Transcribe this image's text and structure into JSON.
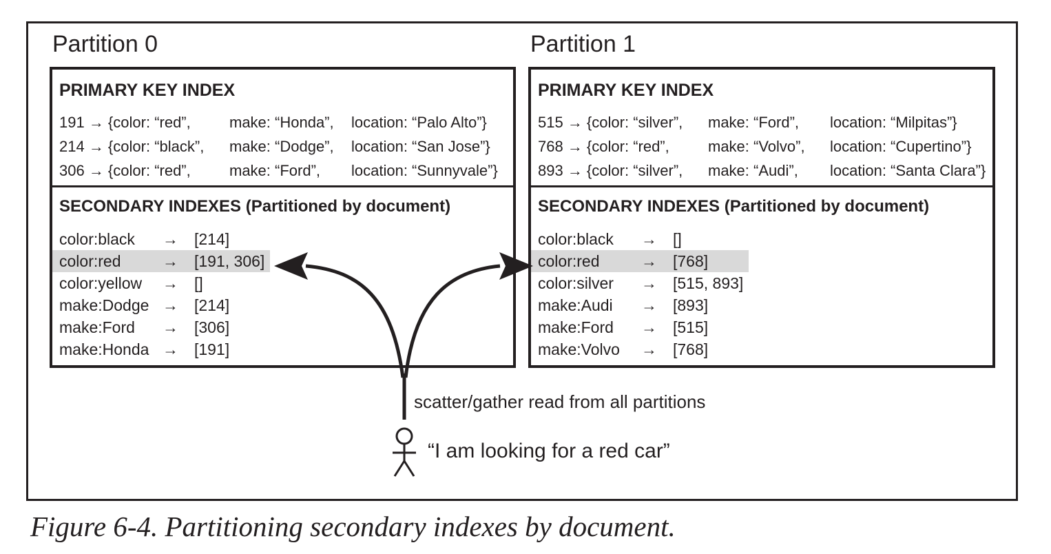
{
  "colors": {
    "ink": "#231f20",
    "highlight": "#d9d9d9"
  },
  "partitions": [
    {
      "label": "Partition 0",
      "primary_title": "PRIMARY KEY INDEX",
      "primary_rows": [
        [
          "191 → {color: “red”,",
          "make: “Honda”,",
          "location: “Palo Alto”}"
        ],
        [
          "214 → {color: “black”,",
          "make: “Dodge”,",
          "location: “San Jose”}"
        ],
        [
          "306 → {color: “red”,",
          "make: “Ford”,",
          "location: “Sunnyvale”}"
        ]
      ],
      "secondary_title": "SECONDARY INDEXES (Partitioned by document)",
      "secondary_rows": [
        {
          "label": "color:black",
          "arrow": "→",
          "value": "[214]",
          "highlight": false
        },
        {
          "label": "color:red",
          "arrow": "→",
          "value": "[191, 306]",
          "highlight": true
        },
        {
          "label": "color:yellow",
          "arrow": "→",
          "value": "[]",
          "highlight": false
        },
        {
          "label": "make:Dodge",
          "arrow": "→",
          "value": "[214]",
          "highlight": false
        },
        {
          "label": "make:Ford",
          "arrow": "→",
          "value": "[306]",
          "highlight": false
        },
        {
          "label": "make:Honda",
          "arrow": "→",
          "value": "[191]",
          "highlight": false
        }
      ]
    },
    {
      "label": "Partition 1",
      "primary_title": "PRIMARY KEY INDEX",
      "primary_rows": [
        [
          "515 → {color: “silver”,",
          "make: “Ford”,",
          "location: “Milpitas”}"
        ],
        [
          "768 → {color: “red”,",
          "make: “Volvo”,",
          "location: “Cupertino”}"
        ],
        [
          "893 → {color: “silver”,",
          "make: “Audi”,",
          "location: “Santa Clara”}"
        ]
      ],
      "secondary_title": "SECONDARY INDEXES (Partitioned by document)",
      "secondary_rows": [
        {
          "label": "color:black",
          "arrow": "→",
          "value": "[]",
          "highlight": false
        },
        {
          "label": "color:red",
          "arrow": "→",
          "value": "[768]",
          "highlight": true
        },
        {
          "label": "color:silver",
          "arrow": "→",
          "value": "[515, 893]",
          "highlight": false
        },
        {
          "label": "make:Audi",
          "arrow": "→",
          "value": "[893]",
          "highlight": false
        },
        {
          "label": "make:Ford",
          "arrow": "→",
          "value": "[515]",
          "highlight": false
        },
        {
          "label": "make:Volvo",
          "arrow": "→",
          "value": "[768]",
          "highlight": false
        }
      ]
    }
  ],
  "annotations": {
    "scatter_label": "scatter/gather read from all partitions",
    "user_quote": "“I am looking for a red car”"
  },
  "caption": "Figure 6-4. Partitioning secondary indexes by document."
}
